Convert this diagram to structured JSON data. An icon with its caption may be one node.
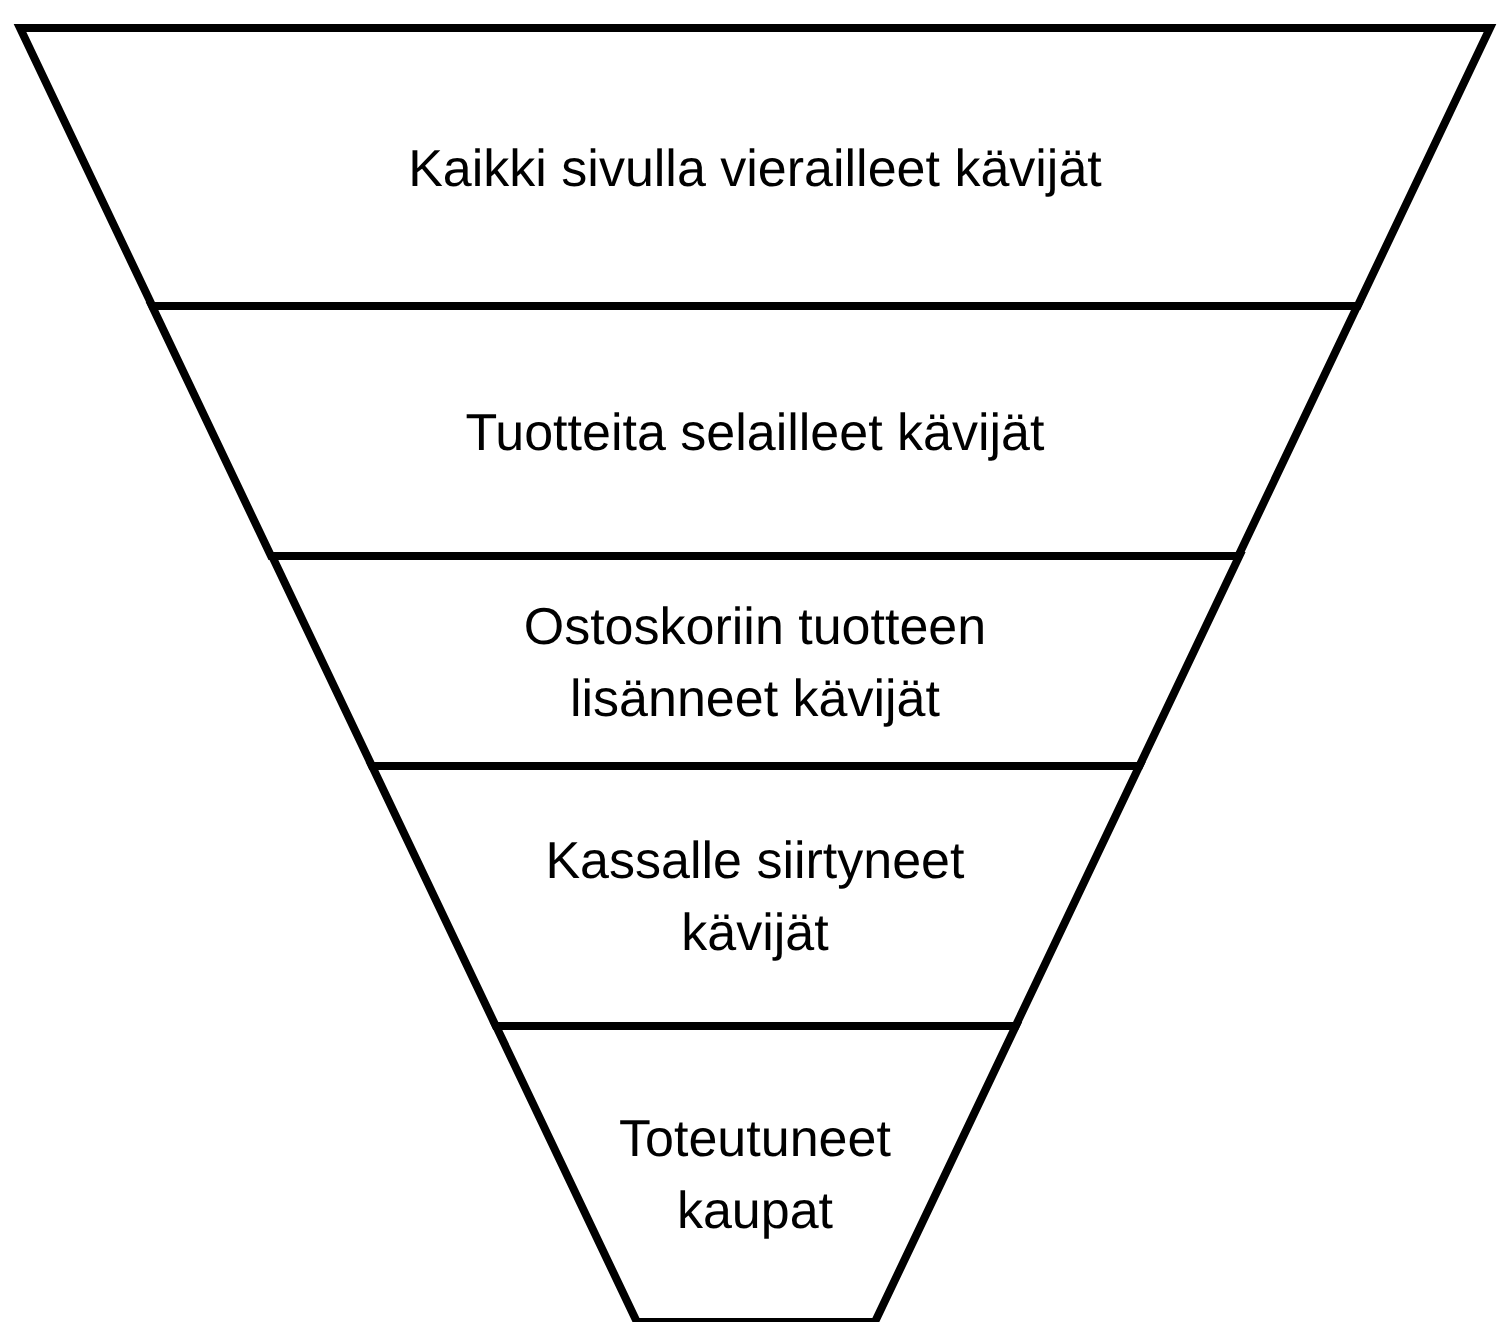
{
  "diagram": {
    "nodes": [
      {
        "text": [
          "Kaikki sivulla vierailleet kävijät"
        ]
      },
      {
        "text": [
          "Tuotteita selailleet kävijät"
        ]
      },
      {
        "text": [
          "Ostoskoriin tuotteen lisänneet kävijät"
        ]
      },
      {
        "text": [
          "Kassalle siirtyneet kävijät"
        ]
      },
      {
        "text": [
          "Toteutuneet kaupat"
        ]
      }
    ]
  }
}
